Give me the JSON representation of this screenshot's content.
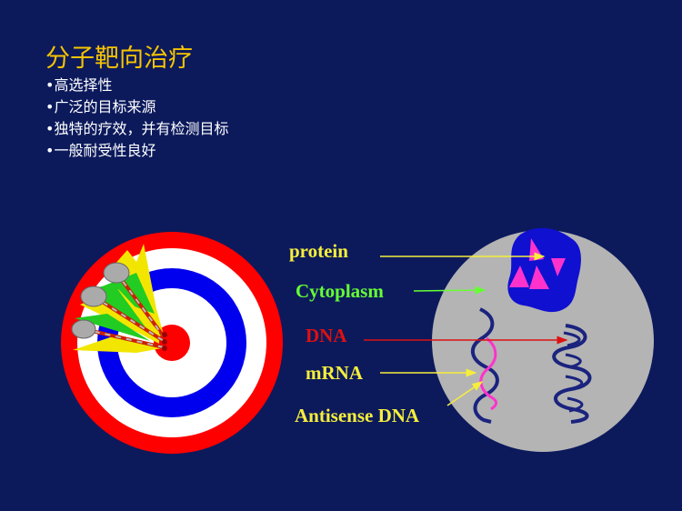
{
  "slide": {
    "title": "分子靶向治疗",
    "bullets": [
      "高选择性",
      "广泛的目标来源",
      "独特的疗效，并有检测目标",
      "一般耐受性良好"
    ]
  },
  "diagram": {
    "labels": {
      "protein": "protein",
      "cytoplasm": "Cytoplasm",
      "dna": "DNA",
      "mrna": "mRNA",
      "antisense": "Antisense DNA"
    }
  },
  "colors": {
    "background": "#0c1a5c",
    "title": "#f6c400",
    "protein_label": "#f6ee3b",
    "cytoplasm_label": "#66ff33",
    "dna_label": "#dd1111",
    "mrna_label": "#f6ee3b",
    "target_red": "#ff0000",
    "target_blue": "#0000ee",
    "cell": "#b4b4b4",
    "nucleus_blob": "#1010d0",
    "triangles": "#ff33cc"
  }
}
